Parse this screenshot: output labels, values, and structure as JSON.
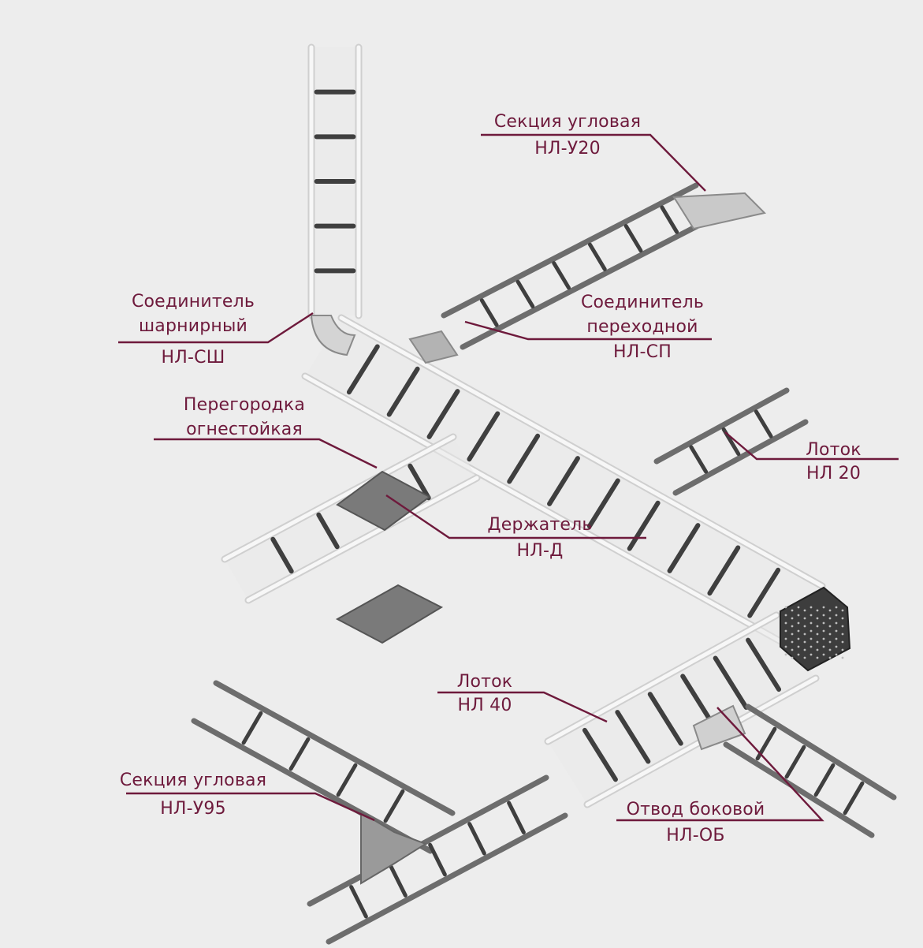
{
  "colors": {
    "background": "#ededed",
    "accent": "#6e1a3c",
    "tray_light": "#f1f1f1",
    "tray_dark": "#6d6d6d",
    "rung": "#3f3f3f",
    "plate": "#7a7a7a"
  },
  "callouts": [
    {
      "name": "Секция угловая",
      "code": "НЛ-У20"
    },
    {
      "name": "Соединитель шарнирный",
      "name_lines": [
        "Соединитель",
        "шарнирный"
      ],
      "code": "НЛ-СШ"
    },
    {
      "name": "Соединитель переходной",
      "name_lines": [
        "Соединитель",
        "переходной"
      ],
      "code": "НЛ-СП"
    },
    {
      "name": "Перегородка огнестойкая",
      "name_lines": [
        "Перегородка",
        "огнестойкая"
      ]
    },
    {
      "name": "Лоток",
      "code": "НЛ 20"
    },
    {
      "name": "Держатель",
      "code": "НЛ-Д"
    },
    {
      "name": "Лоток",
      "code": "НЛ 40"
    },
    {
      "name": "Секция угловая",
      "code": "НЛ-У95"
    },
    {
      "name": "Отвод боковой",
      "code": "НЛ-ОБ"
    }
  ]
}
